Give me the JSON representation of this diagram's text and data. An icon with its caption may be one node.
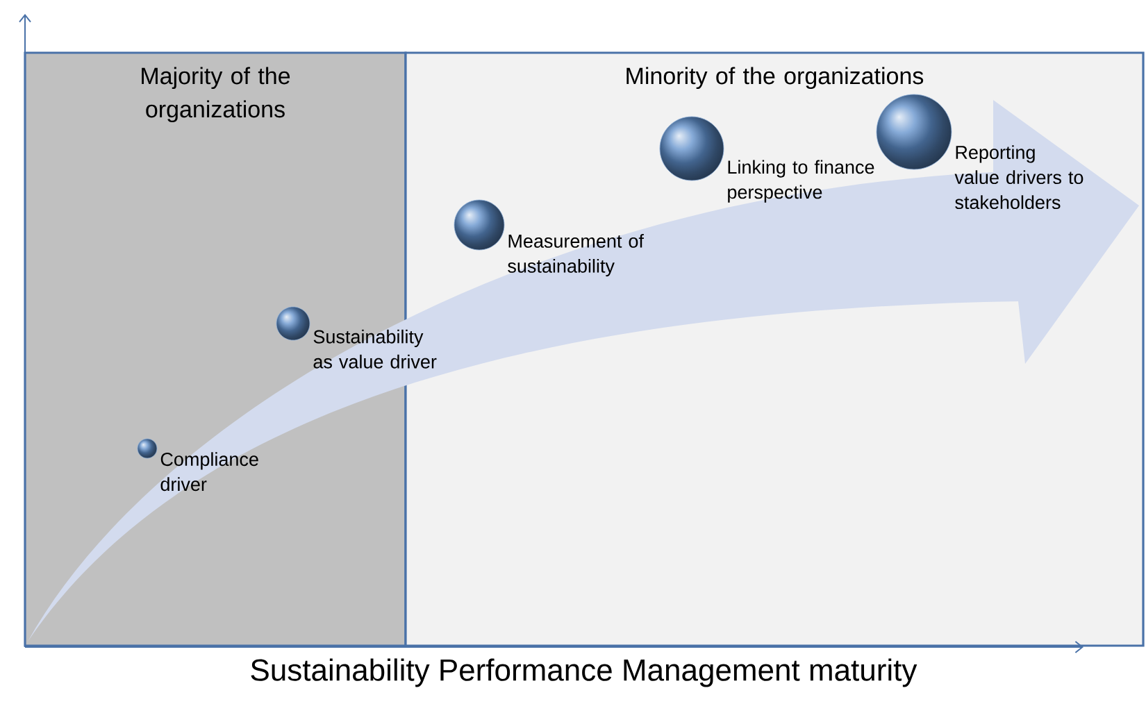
{
  "diagram": {
    "nodes": [
      {
        "text": [
          "Majority of the organizations"
        ]
      },
      {
        "text": [
          "Minority of the organizations"
        ]
      },
      {
        "text": [],
        "shape": "circle",
        "in": 0,
        "beside": [
          "Compliance driver"
        ]
      },
      {
        "text": [],
        "shape": "circle",
        "in": 0,
        "beside": [
          "Sustainability as value driver"
        ]
      },
      {
        "text": [],
        "shape": "circle",
        "in": 1,
        "beside": [
          "Measurement of sustainability"
        ]
      },
      {
        "text": [],
        "shape": "circle",
        "in": 1,
        "beside": [
          "Linking to finance perspective"
        ]
      },
      {
        "text": [],
        "shape": "circle",
        "in": 1,
        "beside": [
          "Reporting value drivers to stakeholders"
        ]
      }
    ],
    "labels": [
      "Sustainability Performance Management maturity"
    ]
  }
}
